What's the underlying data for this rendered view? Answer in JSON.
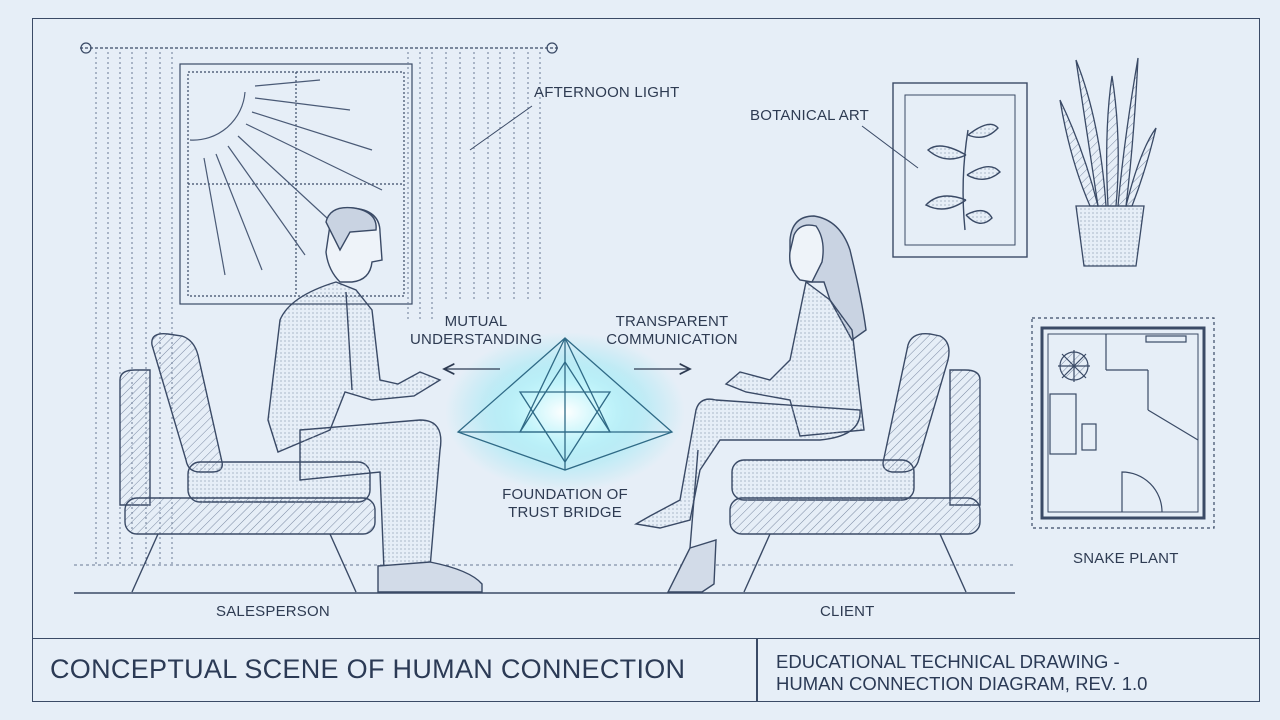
{
  "labels": {
    "afternoon_light": "AFTERNOON LIGHT",
    "botanical_art": "BOTANICAL ART",
    "mutual_understanding_line1": "MUTUAL",
    "mutual_understanding_line2": "UNDERSTANDING",
    "transparent_communication_line1": "TRANSPARENT",
    "transparent_communication_line2": "COMMUNICATION",
    "foundation_line1": "FOUNDATION OF",
    "foundation_line2": "TRUST BRIDGE",
    "salesperson": "SALESPERSON",
    "client": "CLIENT",
    "snake_plant": "SNAKE PLANT"
  },
  "title_block": {
    "title": "CONCEPTUAL SCENE OF HUMAN CONNECTION",
    "subtitle_line1": "EDUCATIONAL TECHNICAL DRAWING -",
    "subtitle_line2": "HUMAN CONNECTION DIAGRAM, REV. 1.0"
  },
  "colors": {
    "background": "#e6eef7",
    "ink": "#3a4a66",
    "glow": "#7fe6f2"
  }
}
